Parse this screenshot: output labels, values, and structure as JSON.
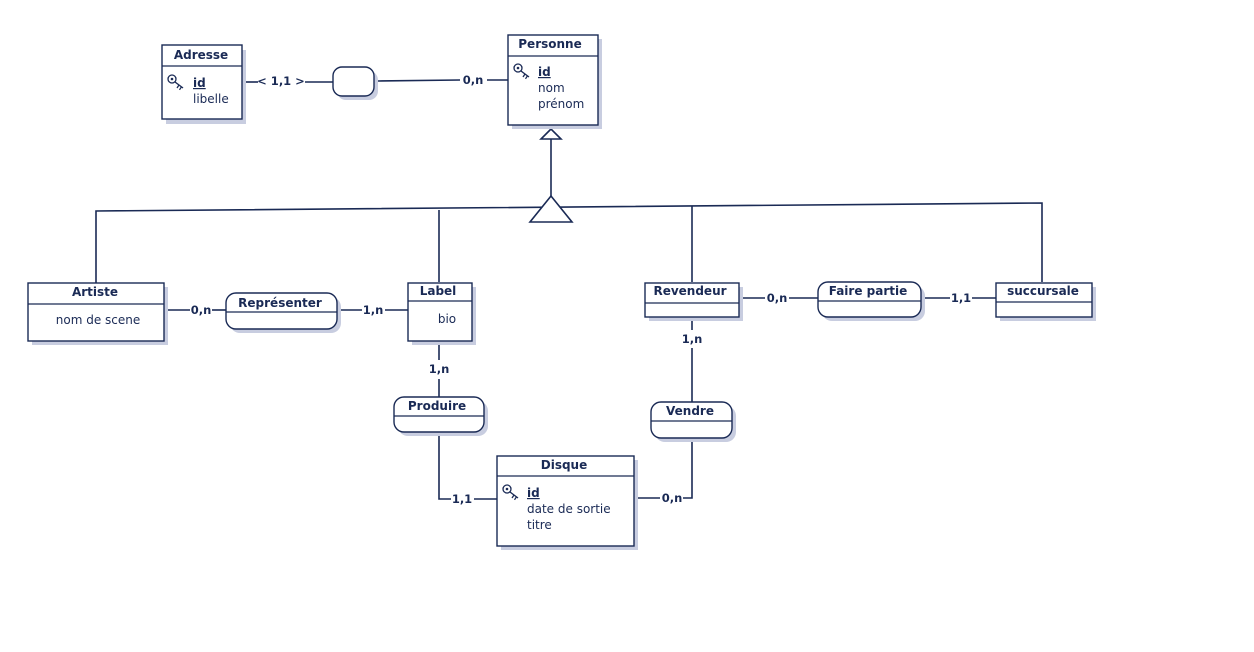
{
  "entities": {
    "adresse": {
      "name": "Adresse",
      "key": "id",
      "attrs": [
        "libelle"
      ]
    },
    "personne": {
      "name": "Personne",
      "key": "id",
      "attrs": [
        "nom",
        "prénom"
      ]
    },
    "artiste": {
      "name": "Artiste",
      "attrs": [
        "nom de scene"
      ]
    },
    "label": {
      "name": "Label",
      "attrs": [
        "bio"
      ]
    },
    "revendeur": {
      "name": "Revendeur",
      "attrs": []
    },
    "succursale": {
      "name": "succursale",
      "attrs": []
    },
    "disque": {
      "name": "Disque",
      "key": "id",
      "attrs": [
        "date de sortie",
        "titre"
      ]
    }
  },
  "relations": {
    "adresse_personne": {
      "name": ""
    },
    "representer": {
      "name": "Représenter"
    },
    "faire_partie": {
      "name": "Faire partie"
    },
    "produire": {
      "name": "Produire"
    },
    "vendre": {
      "name": "Vendre"
    }
  },
  "cardinalities": {
    "adresse_side": "< 1,1 >",
    "personne_side": "0,n",
    "artiste_representer": "0,n",
    "label_representer": "1,n",
    "revendeur_faire_partie": "0,n",
    "succursale_faire_partie": "1,1",
    "label_produire": "1,n",
    "disque_produire": "1,1",
    "revendeur_vendre": "1,n",
    "disque_vendre": "0,n"
  },
  "colors": {
    "stroke": "#1a2a55",
    "shadow": "#c8cde0",
    "background": "#ffffff"
  },
  "icons": {
    "key": "key-icon",
    "inheritance": "inheritance-triangle-icon"
  }
}
